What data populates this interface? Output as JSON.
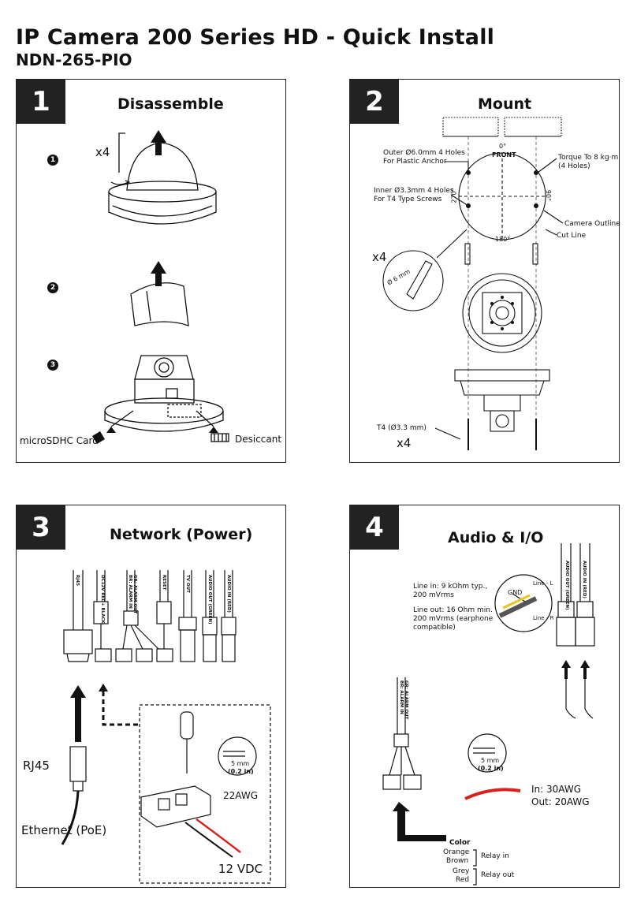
{
  "header": {
    "title": "IP Camera 200 Series HD - Quick Install",
    "subtitle": "NDN-265-PIO"
  },
  "panel1": {
    "number": "1",
    "title": "Disassemble",
    "count": "x4",
    "steps": [
      "1",
      "2",
      "3"
    ],
    "microsd": "microSDHC Card",
    "desiccant": "Desiccant"
  },
  "panel2": {
    "number": "2",
    "title": "Mount",
    "outer_holes": "Outer Ø6.0mm 4 Holes\nFor Plastic Anchor",
    "inner_holes": "Inner Ø3.3mm 4 Holes\nFor T4 Type Screws",
    "torque": "Torque To 8 kg·m\n(4 Holes)",
    "camera_outline": "Camera Outline",
    "cut_line": "Cut Line",
    "front": "FRONT",
    "deg0": "0°",
    "deg90": "90°",
    "deg180": "180°",
    "deg270": "270°",
    "drill_count": "x4",
    "drill_size": "Ø 6 mm",
    "screw": "T4 (Ø3.3 mm)",
    "screw_count": "x4"
  },
  "panel3": {
    "number": "3",
    "title": "Network (Power)",
    "cables": [
      "RJ45",
      "DC12V RED+ BLACK-",
      "GR: ALARM OUT\nBR: ALARM IN",
      "RESET",
      "TV OUT",
      "AUDIO OUT (GREEN)",
      "AUDIO IN (RED)"
    ],
    "rj45": "RJ45",
    "ethernet": "Ethernet (PoE)",
    "strip": "5 mm",
    "strip_in": "(0.2 in)",
    "awg": "22AWG",
    "vdc": "12 VDC"
  },
  "panel4": {
    "number": "4",
    "title": "Audio & I/O",
    "line_in": "Line in: 9 kOhm typ.,\n200 mVrms",
    "line_out": "Line out: 16 Ohm min.\n200 mVrms (earphone\ncompatible)",
    "gnd": "GND",
    "line_l": "Line - L",
    "line_r": "Line - R",
    "cables": [
      "AUDIO OUT (GREEN)",
      "AUDIO IN (RED)"
    ],
    "alarm_cable": "GR: ALARM OUT\nBR: ALARM IN",
    "strip": "5 mm",
    "strip_in": "(0.2 in)",
    "awg_in": "In: 30AWG",
    "awg_out": "Out: 20AWG",
    "color_heading": "Color",
    "relay_in_colors": [
      "Orange",
      "Brown"
    ],
    "relay_in": "Relay in",
    "relay_out_colors": [
      "Grey",
      "Red"
    ],
    "relay_out": "Relay out"
  },
  "colors": {
    "ink": "#111111",
    "badge_bg": "#222222",
    "wire_red": "#d9201c",
    "wire_yellow": "#e8c51a"
  }
}
